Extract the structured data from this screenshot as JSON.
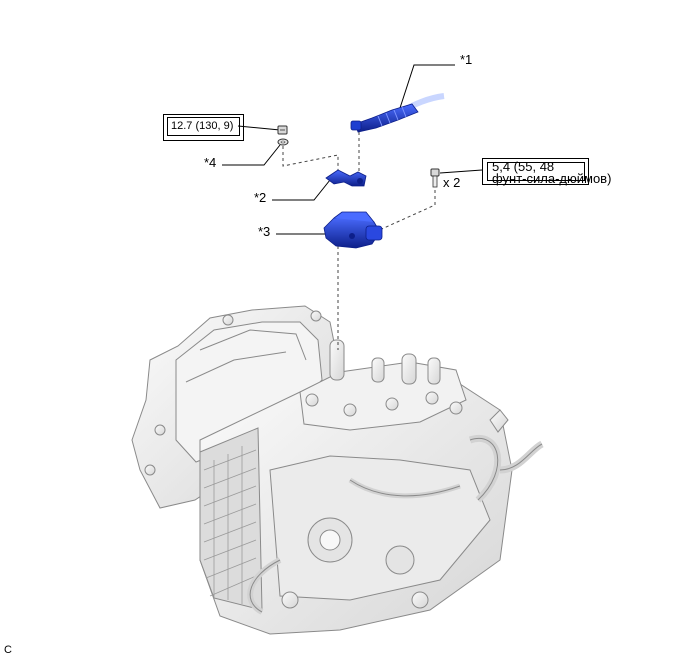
{
  "callouts": {
    "part1": "*1",
    "part2": "*2",
    "part3": "*3",
    "part4": "*4"
  },
  "torque_left": "12.7 (130, 9)",
  "torque_right": {
    "line1": "5,4 (55, 48",
    "line2": "фунт-сила-дюймов)"
  },
  "quantity": "x 2",
  "corner_code": "C",
  "colors": {
    "part_blue": "#1f3fd0",
    "part_blue_dark": "#0d1f8a",
    "transmission_fill": "#eeeeee",
    "transmission_stroke": "#8a8a8a"
  },
  "icons": [
    "nut-icon",
    "washer-icon",
    "bolt-icon"
  ]
}
